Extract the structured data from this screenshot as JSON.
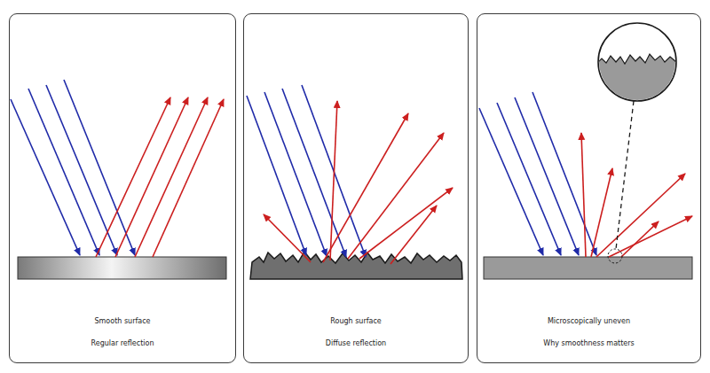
{
  "diagram": {
    "nodes": [
      {
        "text": [
          "Smooth surface",
          "Regular reflection"
        ]
      },
      {
        "text": [
          "Rough surface",
          "Diffuse reflection"
        ]
      },
      {
        "text": [
          "Microscopically uneven",
          "Why smoothness matters"
        ]
      }
    ]
  }
}
